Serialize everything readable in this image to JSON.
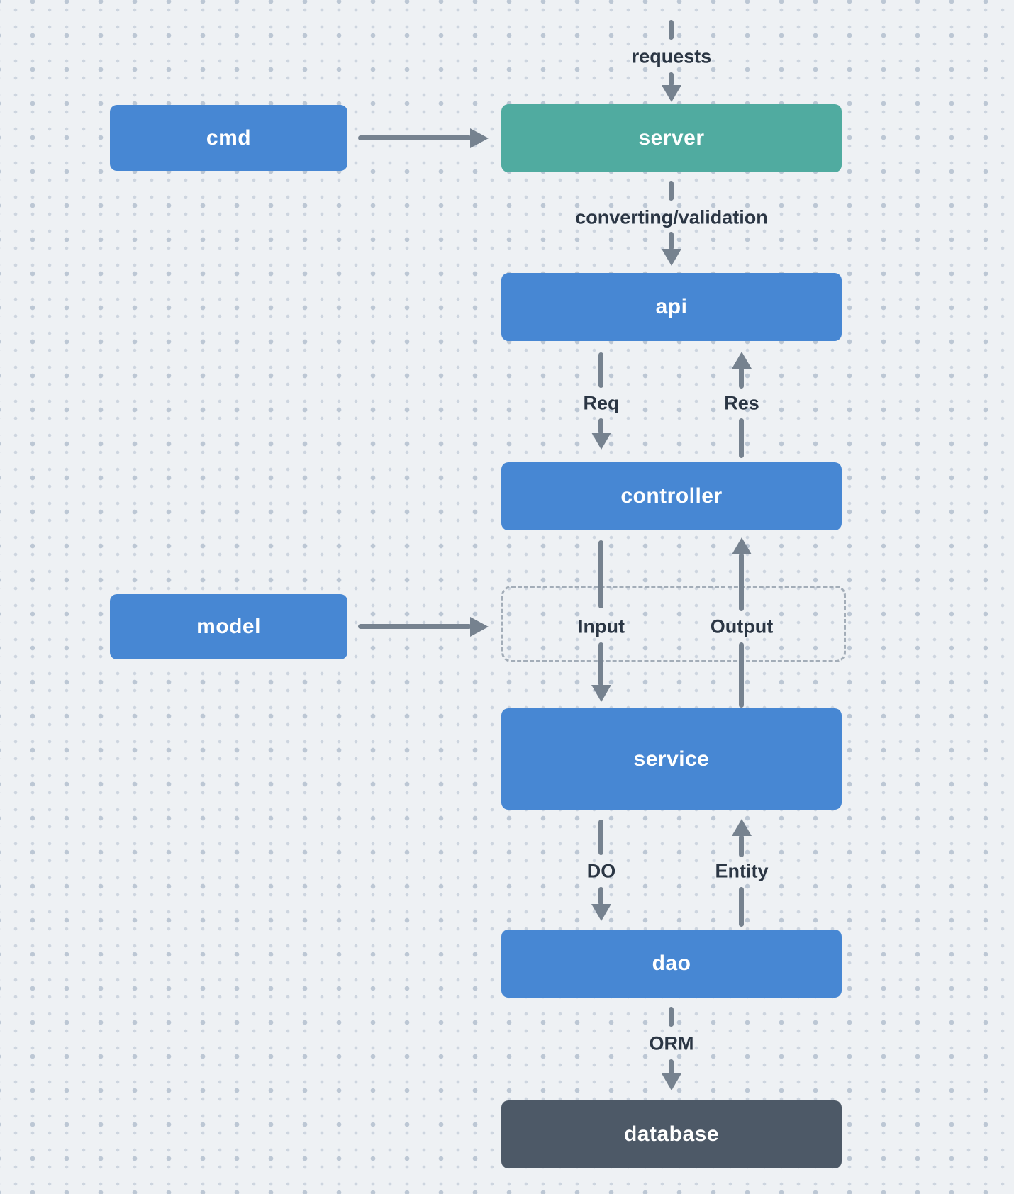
{
  "diagram": {
    "nodes": {
      "cmd": {
        "label": "cmd"
      },
      "server": {
        "label": "server"
      },
      "api": {
        "label": "api"
      },
      "controller": {
        "label": "controller"
      },
      "model": {
        "label": "model"
      },
      "service": {
        "label": "service"
      },
      "dao": {
        "label": "dao"
      },
      "database": {
        "label": "database"
      }
    },
    "edge_labels": {
      "requests": {
        "label": "requests"
      },
      "converting": {
        "label": "converting/validation"
      },
      "req": {
        "label": "Req"
      },
      "res": {
        "label": "Res"
      },
      "input": {
        "label": "Input"
      },
      "output": {
        "label": "Output"
      },
      "do": {
        "label": "DO"
      },
      "entity": {
        "label": "Entity"
      },
      "orm": {
        "label": "ORM"
      }
    }
  },
  "colors": {
    "node-blue": "#4787d3",
    "node-green": "#50aba0",
    "node-dark": "#4d5967",
    "arrow": "#76828f",
    "label": "#2b3644",
    "bg": "#eef1f4",
    "dot-small": "#cdd5df",
    "dot-large": "#bcc7d4",
    "dashed-border": "#a3adb8"
  }
}
